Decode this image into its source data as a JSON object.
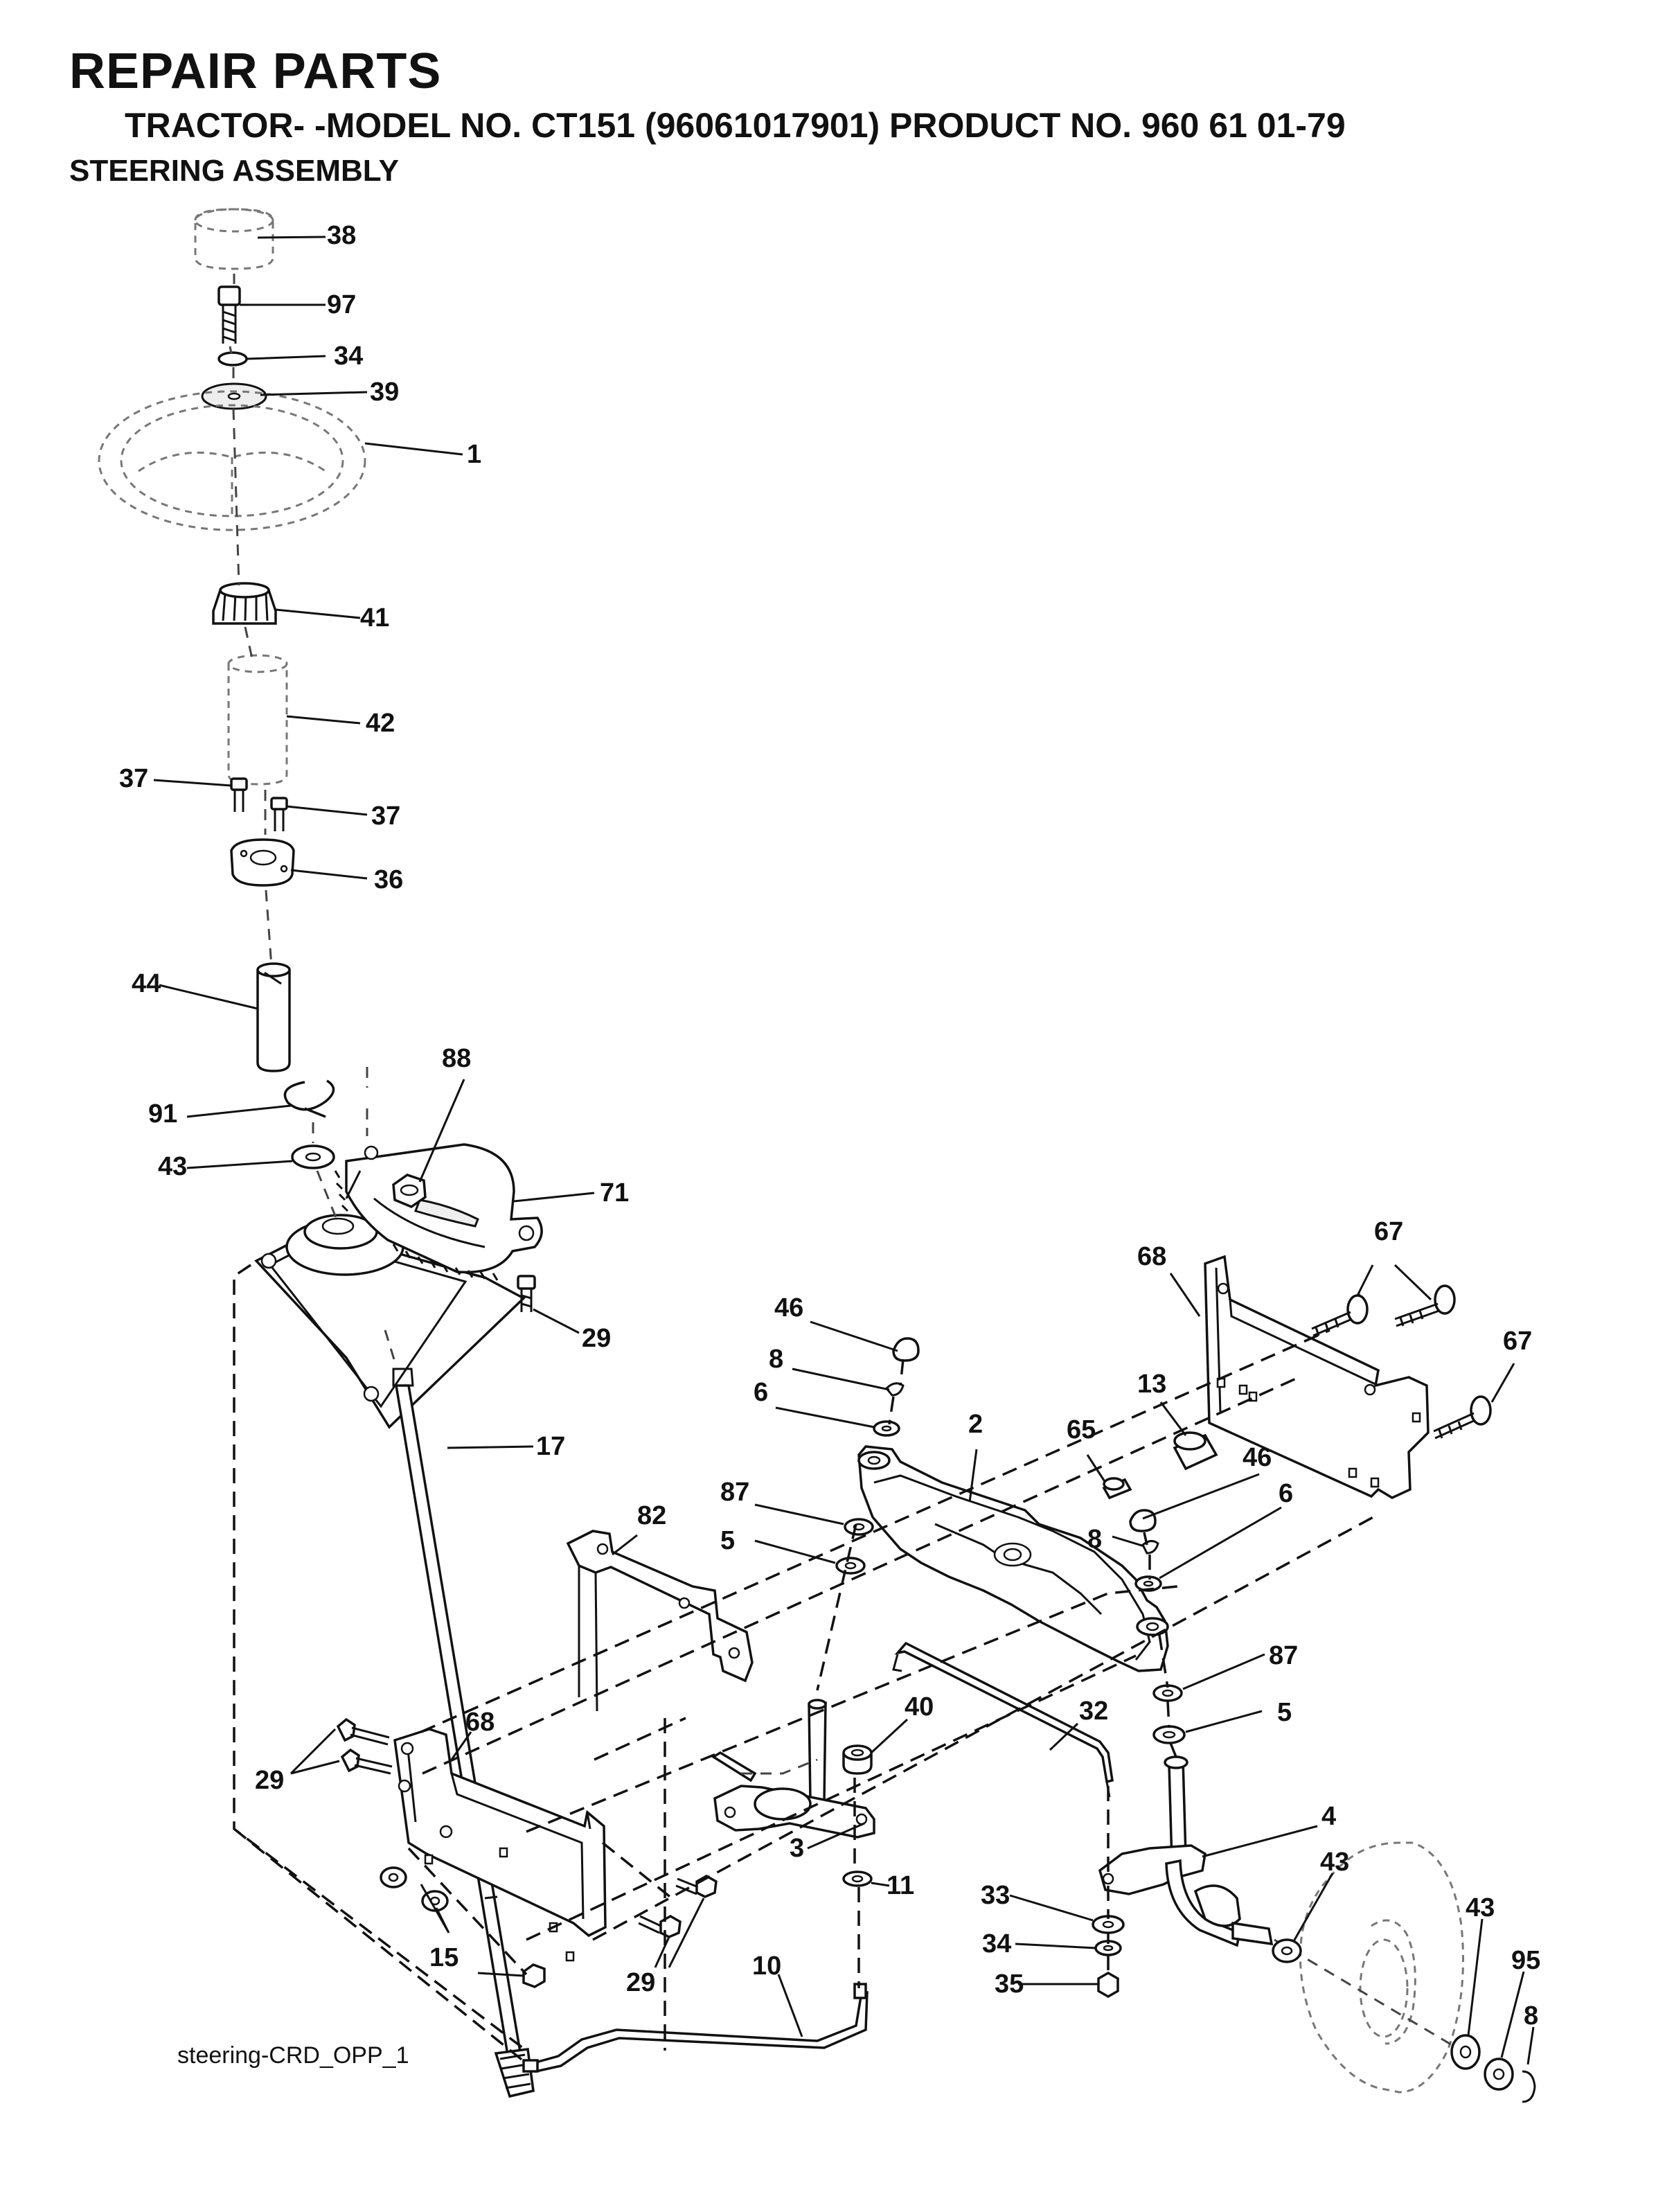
{
  "header": {
    "title": "REPAIR PARTS",
    "subtitle": "TRACTOR- -MODEL NO. CT151 (96061017901) PRODUCT NO. 960 61 01-79",
    "section": "STEERING ASSEMBLY"
  },
  "footer": {
    "drawing_id": "steering-CRD_OPP_1"
  },
  "callouts": {
    "p38": "38",
    "p97": "97",
    "p34a": "34",
    "p39": "39",
    "p1": "1",
    "p41": "41",
    "p42": "42",
    "p37a": "37",
    "p37b": "37",
    "p36": "36",
    "p44": "44",
    "p88": "88",
    "p91": "91",
    "p43a": "43",
    "p71": "71",
    "p29a": "29",
    "p17": "17",
    "p46a": "46",
    "p8a": "8",
    "p6a": "6",
    "p2": "2",
    "p68a": "68",
    "p67a": "67",
    "p67b": "67",
    "p13": "13",
    "p65": "65",
    "p46b": "46",
    "p6b": "6",
    "p8b": "8",
    "p87a": "87",
    "p5a": "5",
    "p82": "82",
    "p87b": "87",
    "p5b": "5",
    "p40": "40",
    "p32": "32",
    "p68b": "68",
    "p29b": "29",
    "p3": "3",
    "p4": "4",
    "p11": "11",
    "p43b": "43",
    "p33": "33",
    "p34b": "34",
    "p35": "35",
    "p43c": "43",
    "p95": "95",
    "p8c": "8",
    "p15": "15",
    "p29c": "29",
    "p10": "10"
  }
}
